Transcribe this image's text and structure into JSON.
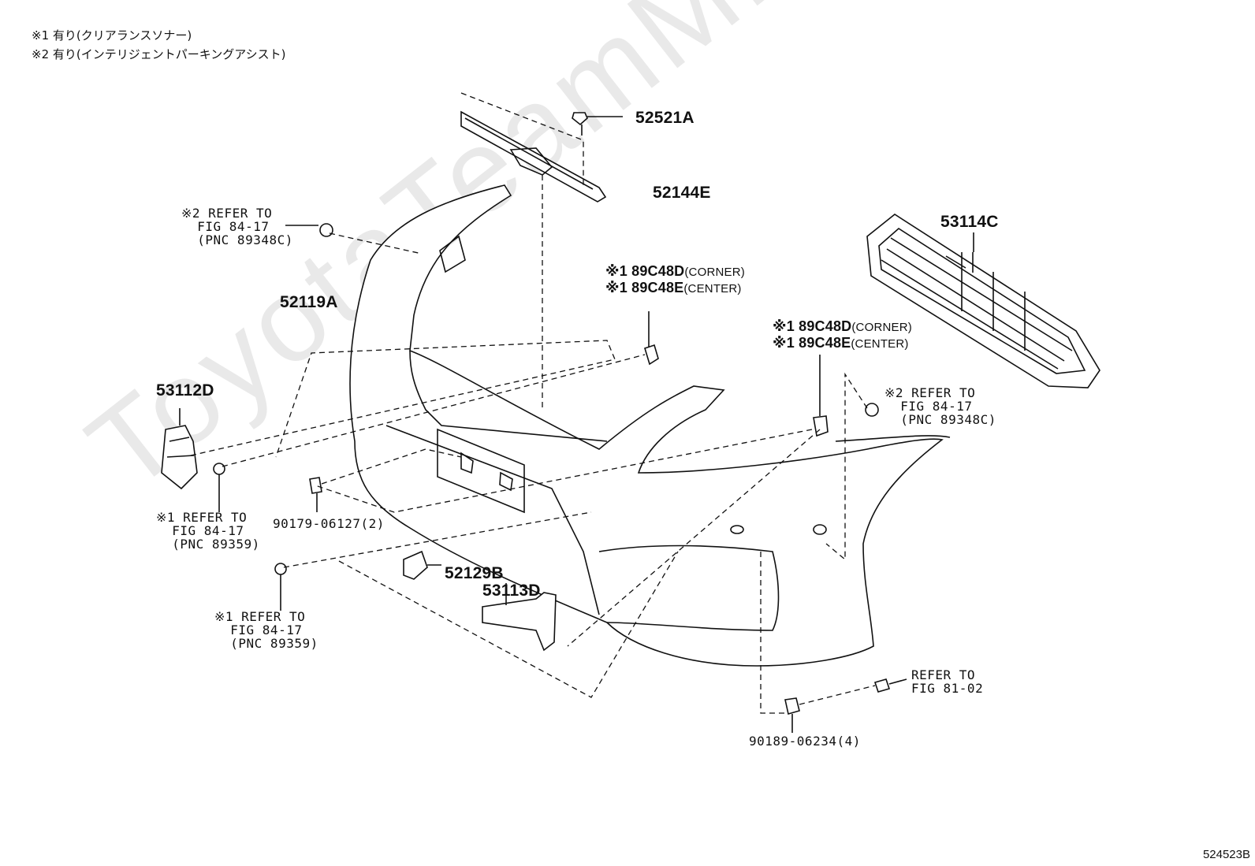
{
  "notes": {
    "n1": "※1 有り(クリアランスソナー)",
    "n2": "※2 有り(インテリジェントパーキングアシスト)"
  },
  "watermark": "ToyotaTeamMine.ru",
  "parts": {
    "p52521A": "52521A",
    "p52144E": "52144E",
    "p53114C": "53114C",
    "p52119A": "52119A",
    "p53112D": "53112D",
    "p52129B": "52129B",
    "p53113D": "53113D",
    "sensor1_a": "※1 89C48D",
    "sensor1_a_note": "(CORNER)",
    "sensor1_b": "※1 89C48E",
    "sensor1_b_note": "(CENTER)",
    "sensor2_a": "※1 89C48D",
    "sensor2_a_note": "(CORNER)",
    "sensor2_b": "※1 89C48E",
    "sensor2_b_note": "(CENTER)"
  },
  "refs": {
    "ref_tl": "※2 REFER TO\n  FIG 84-17\n  (PNC 89348C)",
    "ref_r": "※2 REFER TO\n  FIG 84-17\n  (PNC 89348C)",
    "ref_l1": "※1 REFER TO\n  FIG 84-17\n  (PNC 89359)",
    "ref_l2": "※1 REFER TO\n  FIG 84-17\n  (PNC 89359)",
    "ref_bolt": "REFER TO\nFIG 81-02",
    "clip1": "90179-06127(2)",
    "clip2": "90189-06234(4)"
  },
  "figure_code": "524523B"
}
